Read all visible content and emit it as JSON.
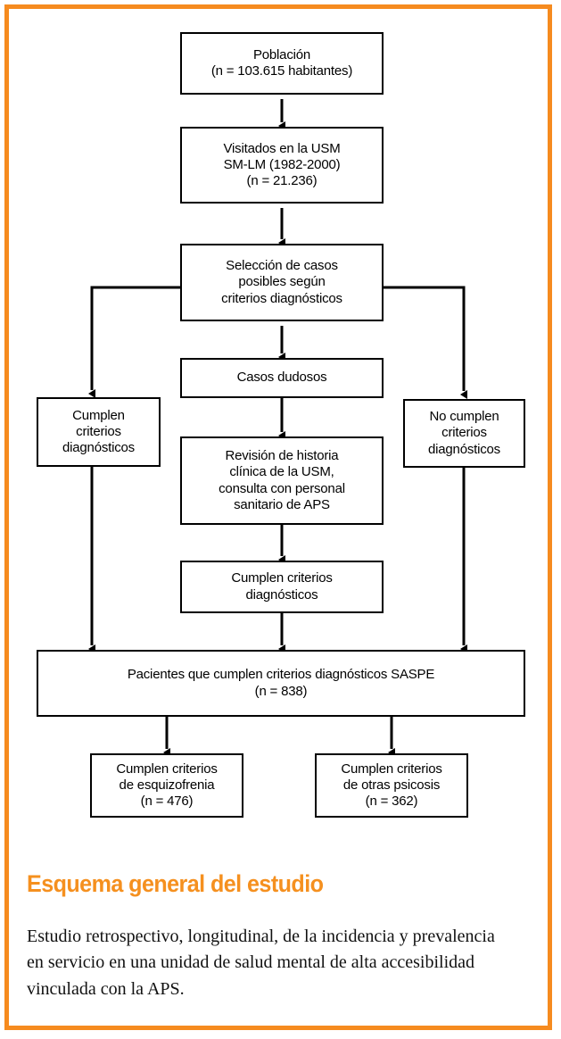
{
  "figure": {
    "frame_color": "#F68B1F",
    "caption_title": "Esquema general del estudio",
    "caption_body": "Estudio retrospectivo, longitudinal, de la incidencia y prevalencia en servicio en una unidad de salud mental de alta accesibilidad vinculada con la APS."
  },
  "chart_data": {
    "type": "diagram",
    "title": "Esquema general del estudio",
    "nodes": [
      {
        "id": "poblacion",
        "label": "Población\n(n = 103.615 habitantes)"
      },
      {
        "id": "visitados",
        "label": "Visitados en la USM\nSM-LM (1982-2000)\n(n = 21.236)"
      },
      {
        "id": "seleccion",
        "label": "Selección de casos\nposibles según\ncriterios diagnósticos"
      },
      {
        "id": "cumplen-izq",
        "label": "Cumplen\ncriterios\ndiagnósticos"
      },
      {
        "id": "casos-dudosos",
        "label": "Casos dudosos"
      },
      {
        "id": "no-cumplen-der",
        "label": "No cumplen\ncriterios\ndiagnósticos"
      },
      {
        "id": "revision",
        "label": "Revisión de historia\nclínica de la USM,\nconsulta con personal\nsanitario de APS"
      },
      {
        "id": "cumplen-centro",
        "label": "Cumplen criterios\ndiagnósticos"
      },
      {
        "id": "sasPE",
        "label": "Pacientes que cumplen criterios diagnósticos SASPE\n(n = 838)"
      },
      {
        "id": "esquizofrenia",
        "label": "Cumplen criterios\nde esquizofrenia\n(n = 476)"
      },
      {
        "id": "otras-psicosis",
        "label": "Cumplen criterios\nde otras psicosis\n(n = 362)"
      }
    ],
    "edges": [
      {
        "from": "poblacion",
        "to": "visitados"
      },
      {
        "from": "visitados",
        "to": "seleccion"
      },
      {
        "from": "seleccion",
        "to": "cumplen-izq"
      },
      {
        "from": "seleccion",
        "to": "casos-dudosos"
      },
      {
        "from": "seleccion",
        "to": "no-cumplen-der"
      },
      {
        "from": "casos-dudosos",
        "to": "revision"
      },
      {
        "from": "revision",
        "to": "cumplen-centro"
      },
      {
        "from": "cumplen-izq",
        "to": "sasPE"
      },
      {
        "from": "cumplen-centro",
        "to": "sasPE"
      },
      {
        "from": "no-cumplen-der",
        "to": "sasPE"
      },
      {
        "from": "sasPE",
        "to": "esquizofrenia"
      },
      {
        "from": "sasPE",
        "to": "otras-psicosis"
      }
    ],
    "counts": {
      "poblacion": 103615,
      "visitados": 21236,
      "saspe": 838,
      "esquizofrenia": 476,
      "otras_psicosis": 362
    }
  }
}
